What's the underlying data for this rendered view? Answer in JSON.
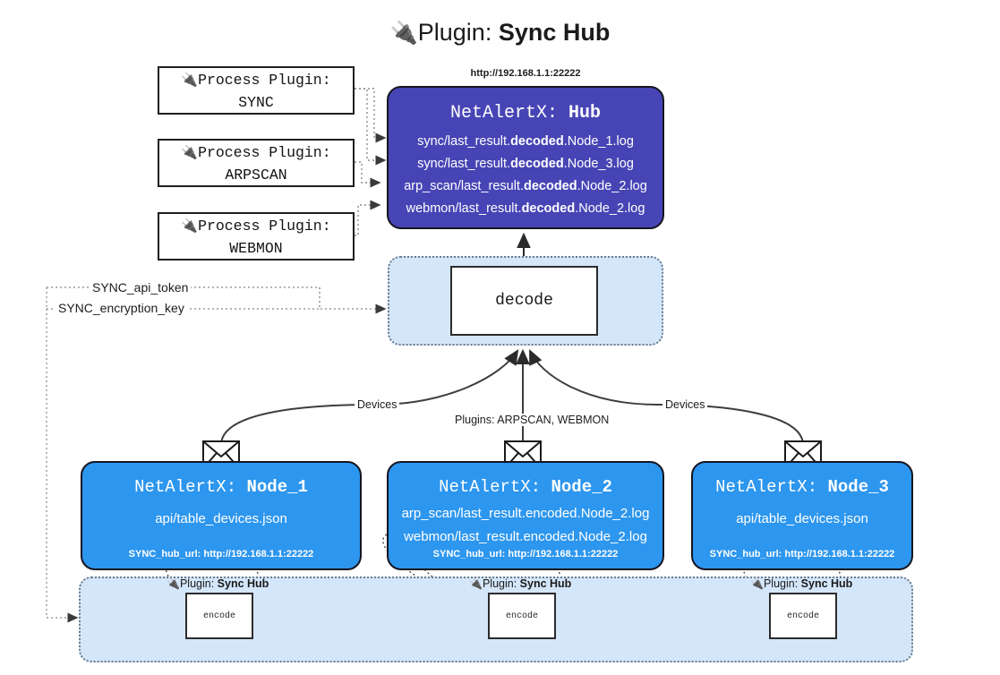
{
  "title": {
    "icon": "plug-icon",
    "prefix": "Plugin: ",
    "name": "Sync Hub"
  },
  "process_plugins": [
    {
      "icon": "plug-icon",
      "line1": "Process Plugin:",
      "line2": "SYNC"
    },
    {
      "icon": "plug-icon",
      "line1": "Process Plugin:",
      "line2": "ARPSCAN"
    },
    {
      "icon": "plug-icon",
      "line1": "Process Plugin:",
      "line2": "WEBMON"
    }
  ],
  "hub": {
    "url": "http://192.168.1.1:22222",
    "title_prefix": "NetAlertX: ",
    "title_name": "Hub",
    "lines": [
      {
        "pre": "sync/last_result.",
        "bold": "decoded",
        "post": ".Node_1.log"
      },
      {
        "pre": "sync/last_result.",
        "bold": "decoded",
        "post": ".Node_3.log"
      },
      {
        "pre": "arp_scan/last_result.",
        "bold": "decoded",
        "post": ".Node_2.log"
      },
      {
        "pre": "webmon/last_result.",
        "bold": "decoded",
        "post": ".Node_2.log"
      }
    ]
  },
  "decode": {
    "label": "decode"
  },
  "config_labels": {
    "api_token": "SYNC_api_token",
    "encryption_key": "SYNC_encryption_key"
  },
  "edge_labels": {
    "devices_left": "Devices",
    "devices_right": "Devices",
    "plugins_middle": "Plugins: ARPSCAN, WEBMON"
  },
  "nodes": [
    {
      "title_prefix": "NetAlertX: ",
      "title_name": "Node_1",
      "resources": [
        "api/table_devices.json"
      ],
      "hub_url_label": "SYNC_hub_url: http://192.168.1.1:22222",
      "envelope_icon": "envelope-icon"
    },
    {
      "title_prefix": "NetAlertX: ",
      "title_name": "Node_2",
      "resources": [
        "arp_scan/last_result.encoded.Node_2.log",
        "webmon/last_result.encoded.Node_2.log"
      ],
      "hub_url_label": "SYNC_hub_url: http://192.168.1.1:22222",
      "envelope_icon": "envelope-icon"
    },
    {
      "title_prefix": "NetAlertX: ",
      "title_name": "Node_3",
      "resources": [
        "api/table_devices.json"
      ],
      "hub_url_label": "SYNC_hub_url: http://192.168.1.1:22222",
      "envelope_icon": "envelope-icon"
    }
  ],
  "bottom_plugins": [
    {
      "icon": "plug-icon",
      "prefix": "Plugin: ",
      "name": "Sync Hub",
      "encode_label": "encode"
    },
    {
      "icon": "plug-icon",
      "prefix": "Plugin: ",
      "name": "Sync Hub",
      "encode_label": "encode"
    },
    {
      "icon": "plug-icon",
      "prefix": "Plugin: ",
      "name": "Sync Hub",
      "encode_label": "encode"
    }
  ],
  "colors": {
    "hub_fill": "#4745b5",
    "node_fill": "#2d96ee",
    "container_fill": "#d4e6fa",
    "stroke": "#15151f",
    "dotted_stroke": "#6b7b8c",
    "background": "#ffffff"
  }
}
